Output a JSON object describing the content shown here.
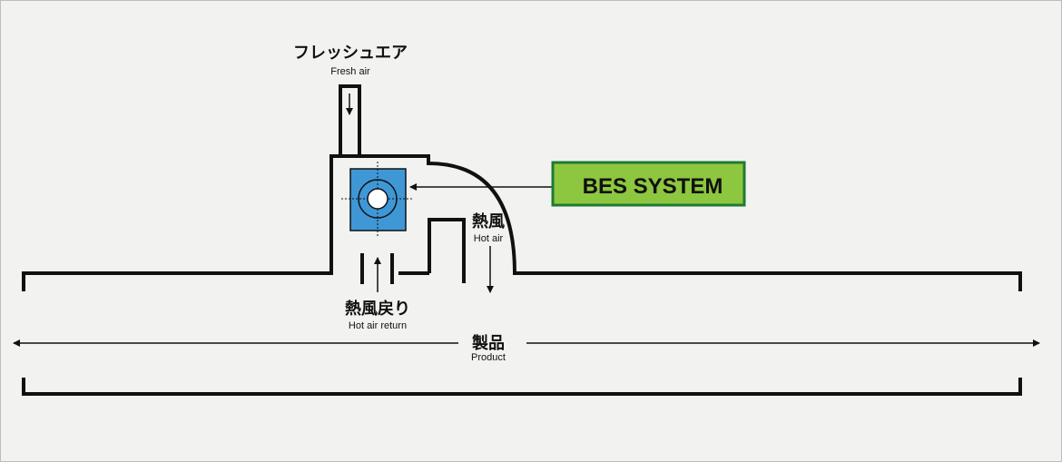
{
  "labels": {
    "fresh_air_jp": "フレッシュエア",
    "fresh_air_en": "Fresh air",
    "hot_air_jp": "熱風",
    "hot_air_en": "Hot air",
    "hot_air_return_jp": "熱風戻り",
    "hot_air_return_en": "Hot air return",
    "product_jp": "製品",
    "product_en": "Product"
  },
  "bes_system": {
    "label": "BES SYSTEM",
    "fill_color": "#8dc63f",
    "border_color": "#1f7a33"
  },
  "fan": {
    "color": "#3f97d6"
  },
  "colors": {
    "line": "#111111",
    "background": "#f2f2f0"
  }
}
